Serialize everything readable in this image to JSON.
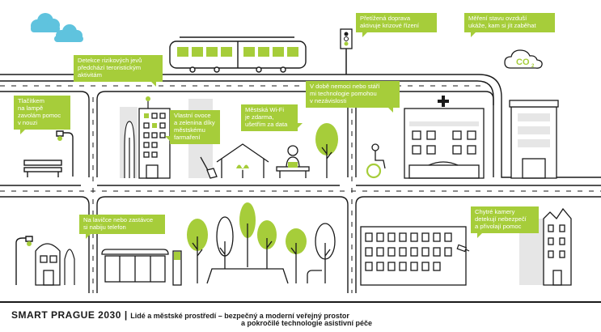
{
  "callouts": {
    "panic_button": [
      "Tlačítkem",
      "na lampě",
      "zavolám pomoc",
      "v nouzi"
    ],
    "risk_detection": [
      "Detekce rizikových jevů",
      "předchází teroristickým",
      "aktivitám"
    ],
    "traffic": [
      "Přetížená doprava",
      "aktivuje krizové řízení"
    ],
    "air_quality": [
      "Měření stavu ovzduší",
      "ukáže, kam si jít zaběhat"
    ],
    "assistive_tech": [
      "V době nemoci nebo stáří",
      "mi technologie pomohou",
      "v nezávislosti"
    ],
    "urban_farming": [
      "Vlastní ovoce",
      "a zelenina díky",
      "městskému",
      "farmaření"
    ],
    "wifi": [
      "Městská Wi-Fi",
      "je zdarma,",
      "ušetřím za data"
    ],
    "charging_bench": [
      "Na lavičce nebo zastávce",
      "si nabiju telefon"
    ],
    "smart_cameras": [
      "Chytré kamery",
      "detekují nebezpečí",
      "a přivolají pomoc"
    ]
  },
  "icons": {
    "co2_label": "CO",
    "co2_subscript": "2"
  },
  "footer": {
    "brand": "SMART PRAGUE 2030",
    "separator": "|",
    "line1": "Lidé a městské prostředí – bezpečný a moderní veřejný prostor",
    "line2": "a pokročilé technologie asistivní péče"
  },
  "colors": {
    "accent_green": "#a6cd3a",
    "line_dark": "#1a1a1a",
    "building_gray": "#e6e6e6",
    "sky_blue": "#5fc3de",
    "background": "#ffffff"
  }
}
